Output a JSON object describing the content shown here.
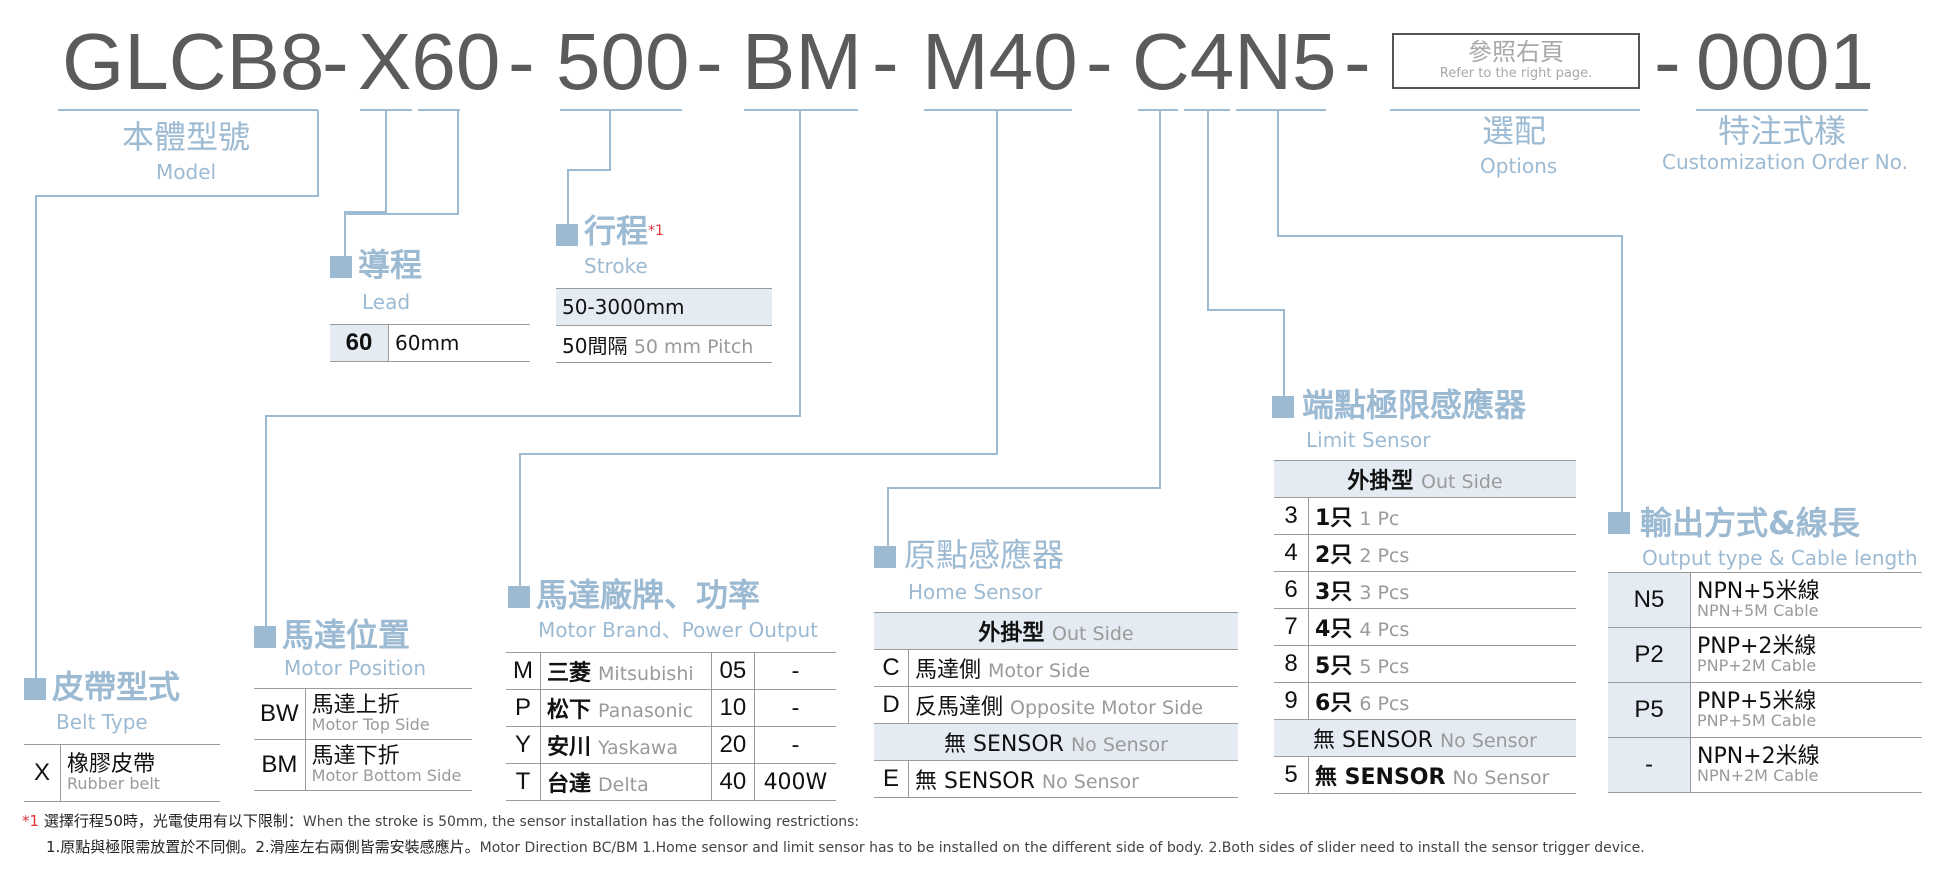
{
  "code": {
    "model": "GLCB8",
    "lead_code": "X60",
    "stroke_code": "500",
    "motor_pos_code": "BM",
    "motor_code": "M40",
    "sensor_code": "C4N5",
    "custom_code": "0001",
    "dash": "-",
    "ref_box_zh": "參照右頁",
    "ref_box_en": "Refer to the right page."
  },
  "labels": {
    "model_zh": "本體型號",
    "model_en": "Model",
    "options_zh": "選配",
    "options_en": "Options",
    "custom_zh": "特注式樣",
    "custom_en": "Customization Order No."
  },
  "lead": {
    "title_zh": "導程",
    "title_en": "Lead",
    "rows": [
      {
        "code": "60",
        "value": "60mm"
      }
    ]
  },
  "stroke": {
    "title_zh": "行程",
    "mark": "*1",
    "title_en": "Stroke",
    "range": "50-3000mm",
    "pitch_zh": "50間隔",
    "pitch_en": "50 mm Pitch"
  },
  "belt": {
    "title_zh": "皮帶型式",
    "title_en": "Belt Type",
    "rows": [
      {
        "code": "X",
        "zh": "橡膠皮帶",
        "en": "Rubber belt"
      }
    ]
  },
  "motor_position": {
    "title_zh": "馬達位置",
    "title_en": "Motor Position",
    "rows": [
      {
        "code": "BW",
        "zh": "馬達上折",
        "en": "Motor Top Side"
      },
      {
        "code": "BM",
        "zh": "馬達下折",
        "en": "Motor Bottom Side"
      }
    ]
  },
  "motor_brand": {
    "title_zh": "馬達廠牌、功率",
    "title_en": "Motor Brand、Power Output",
    "rows": [
      {
        "code": "M",
        "zh": "三菱",
        "en": "Mitsubishi",
        "power_code": "05",
        "power": "-"
      },
      {
        "code": "P",
        "zh": "松下",
        "en": "Panasonic",
        "power_code": "10",
        "power": "-"
      },
      {
        "code": "Y",
        "zh": "安川",
        "en": "Yaskawa",
        "power_code": "20",
        "power": "-"
      },
      {
        "code": "T",
        "zh": "台達",
        "en": "Delta",
        "power_code": "40",
        "power": "400W"
      }
    ]
  },
  "home_sensor": {
    "title_zh": "原點感應器",
    "title_en": "Home Sensor",
    "head_zh": "外掛型",
    "head_en": "Out Side",
    "rows": [
      {
        "code": "C",
        "zh": "馬達側",
        "en": "Motor Side"
      },
      {
        "code": "D",
        "zh": "反馬達側",
        "en": "Opposite Motor Side"
      }
    ],
    "nosensor_zh": "無 SENSOR",
    "nosensor_en": "No Sensor",
    "e_row": {
      "code": "E",
      "zh": "無 SENSOR",
      "en": "No Sensor"
    }
  },
  "limit_sensor": {
    "title_zh": "端點極限感應器",
    "title_en": "Limit Sensor",
    "head_zh": "外掛型",
    "head_en": "Out Side",
    "rows": [
      {
        "code": "3",
        "zh": "1只",
        "en": "1 Pc"
      },
      {
        "code": "4",
        "zh": "2只",
        "en": "2 Pcs"
      },
      {
        "code": "6",
        "zh": "3只",
        "en": "3 Pcs"
      },
      {
        "code": "7",
        "zh": "4只",
        "en": "4 Pcs"
      },
      {
        "code": "8",
        "zh": "5只",
        "en": "5 Pcs"
      },
      {
        "code": "9",
        "zh": "6只",
        "en": "6 Pcs"
      }
    ],
    "nosensor_zh": "無 SENSOR",
    "nosensor_en": "No Sensor",
    "five_row": {
      "code": "5",
      "zh": "無 SENSOR",
      "en": "No Sensor"
    }
  },
  "output": {
    "title_zh": "輸出方式&線長",
    "title_en": "Output type & Cable length",
    "rows": [
      {
        "code": "N5",
        "zh": "NPN+5米線",
        "en": "NPN+5M Cable"
      },
      {
        "code": "P2",
        "zh": "PNP+2米線",
        "en": "PNP+2M Cable"
      },
      {
        "code": "P5",
        "zh": "PNP+5米線",
        "en": "PNP+5M Cable"
      },
      {
        "code": "-",
        "zh": "NPN+2米線",
        "en": "NPN+2M Cable"
      }
    ]
  },
  "notes": {
    "mark": "*1",
    "line1_zh": "選擇行程50時，光電使用有以下限制：",
    "line1_en": "When the stroke is 50mm, the sensor installation has  the following restrictions:",
    "line2_zh": "1.原點與極限需放置於不同側。2.滑座左右兩側皆需安裝感應片。",
    "line2_en": "Motor Direction BC/BM 1.Home sensor and limit sensor has to be installed on the different side of body.  2.Both sides of slider need to install the sensor trigger device."
  },
  "colors": {
    "accent": "#9dbad3",
    "code_text": "#5b5b5b",
    "table_head": "#e4ebf2",
    "note_mark": "#e0353d"
  }
}
